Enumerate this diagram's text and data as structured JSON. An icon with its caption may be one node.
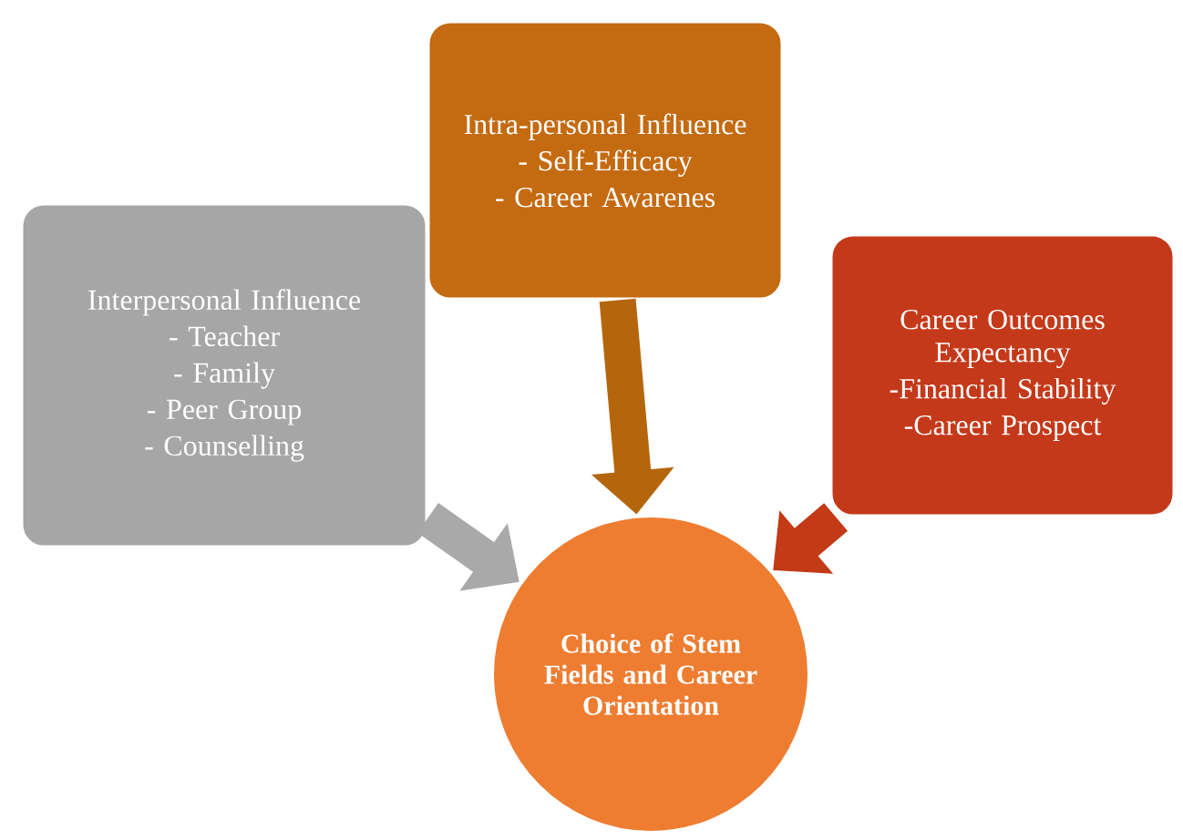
{
  "diagram": {
    "nodes": [
      {
        "text": [
          "Interpersonal Influence",
          "- Teacher",
          "- Family",
          "- Peer Group",
          "- Counselling"
        ]
      },
      {
        "text": [
          "Intra-personal Influence",
          "- Self-Efficacy",
          "- Career Awarenes"
        ]
      },
      {
        "text": [
          "Career Outcomes Expectancy",
          "-Financial Stability",
          "-Career Prospect"
        ]
      },
      {
        "text": [
          "Choice of Stem Fields and Career Orientation"
        ]
      }
    ],
    "edges": [
      {
        "from": 0,
        "to": 3,
        "arrow": "to",
        "color": "#a9a9a9"
      },
      {
        "from": 1,
        "to": 3,
        "arrow": "to",
        "color": "#b5660c"
      },
      {
        "from": 2,
        "to": 3,
        "arrow": "to",
        "color": "#c23a16"
      }
    ]
  }
}
